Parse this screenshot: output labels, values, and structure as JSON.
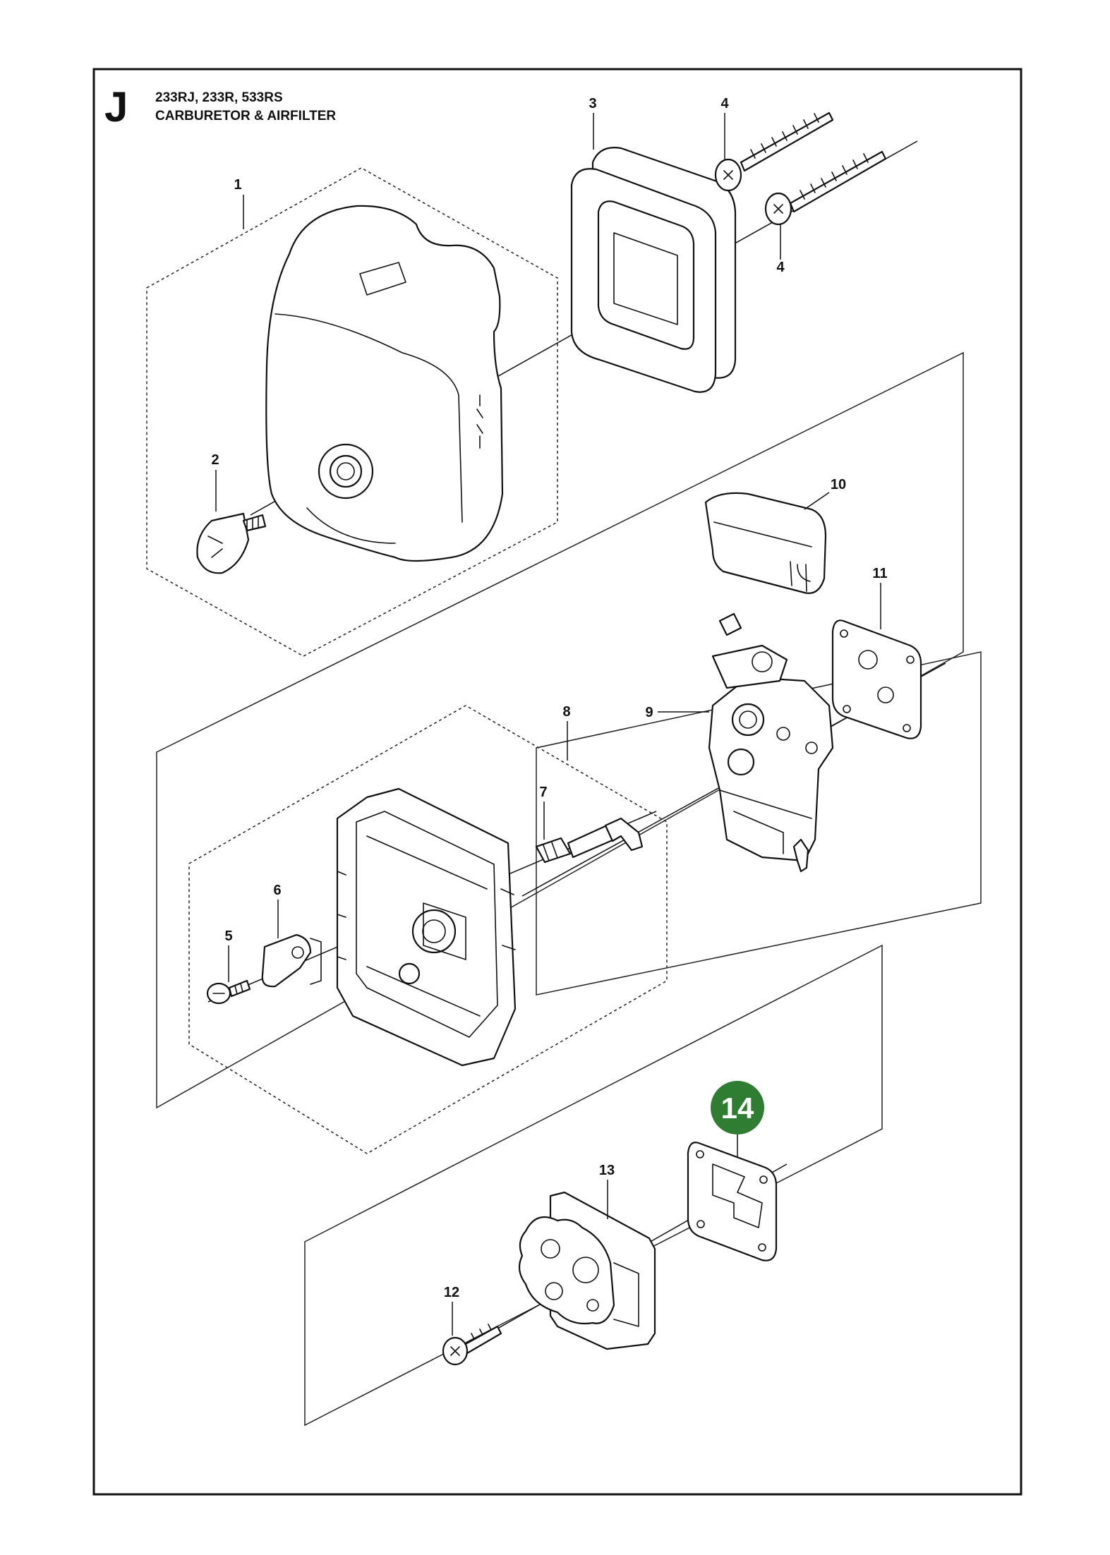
{
  "header": {
    "section_letter": "J",
    "models": "233RJ, 233R, 533RS",
    "title": "CARBURETOR & AIRFILTER"
  },
  "colors": {
    "highlight": "#2e7d32",
    "line": "#111111"
  },
  "parts": [
    {
      "number": "1",
      "name": "air-filter-cover",
      "icon": "cover"
    },
    {
      "number": "2",
      "name": "cover-knob",
      "icon": "knob"
    },
    {
      "number": "3",
      "name": "air-filter",
      "icon": "foam-filter"
    },
    {
      "number": "4",
      "name": "screw",
      "icon": "long-screw"
    },
    {
      "number": "4",
      "name": "screw",
      "icon": "long-screw"
    },
    {
      "number": "5",
      "name": "screw",
      "icon": "short-screw"
    },
    {
      "number": "6",
      "name": "choke-plate",
      "icon": "plate"
    },
    {
      "number": "7",
      "name": "choke-lever",
      "icon": "lever"
    },
    {
      "number": "8",
      "name": "air-filter-holder",
      "icon": "holder"
    },
    {
      "number": "9",
      "name": "carburetor",
      "icon": "carburetor"
    },
    {
      "number": "10",
      "name": "carburetor-cover",
      "icon": "cap"
    },
    {
      "number": "11",
      "name": "gasket",
      "icon": "gasket"
    },
    {
      "number": "12",
      "name": "screw",
      "icon": "screw"
    },
    {
      "number": "13",
      "name": "intake-manifold",
      "icon": "manifold"
    },
    {
      "number": "14",
      "name": "gasket",
      "icon": "gasket",
      "highlighted": true
    }
  ]
}
